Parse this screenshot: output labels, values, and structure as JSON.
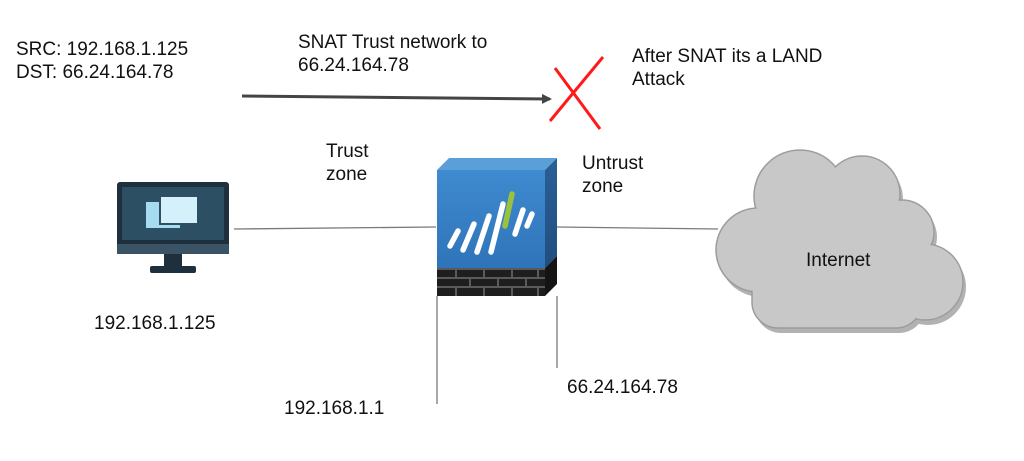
{
  "packet": {
    "src_line": "SRC: 192.168.1.125",
    "dst_line": "DST: 66.24.164.78"
  },
  "snat_note": {
    "line1": "SNAT Trust network to",
    "line2": "66.24.164.78"
  },
  "land_note": {
    "line1": "After SNAT its a LAND",
    "line2": "Attack"
  },
  "zones": {
    "trust_line1": "Trust",
    "trust_line2": "zone",
    "untrust_line1": "Untrust",
    "untrust_line2": "zone"
  },
  "host": {
    "ip": "192.168.1.125",
    "icon": "desktop-monitor-icon"
  },
  "firewall": {
    "icon": "firewall-appliance-icon",
    "trust_ip": "192.168.1.1",
    "untrust_ip": "66.24.164.78"
  },
  "internet": {
    "label": "Internet",
    "icon": "cloud-icon"
  },
  "colors": {
    "line": "#7a7a7a",
    "arrow": "#444444",
    "cross": "#ff1a1a",
    "monitor_bezel": "#1e2f3d",
    "monitor_screen": "#2c4f63",
    "window_light": "#a6dcf0",
    "firewall_blue": "#3a84c8",
    "firewall_brick": "#1e1e1e",
    "accent_green": "#9bc23c",
    "cloud_fill": "#c8c8c8",
    "cloud_shadow": "#b2b2b2"
  }
}
